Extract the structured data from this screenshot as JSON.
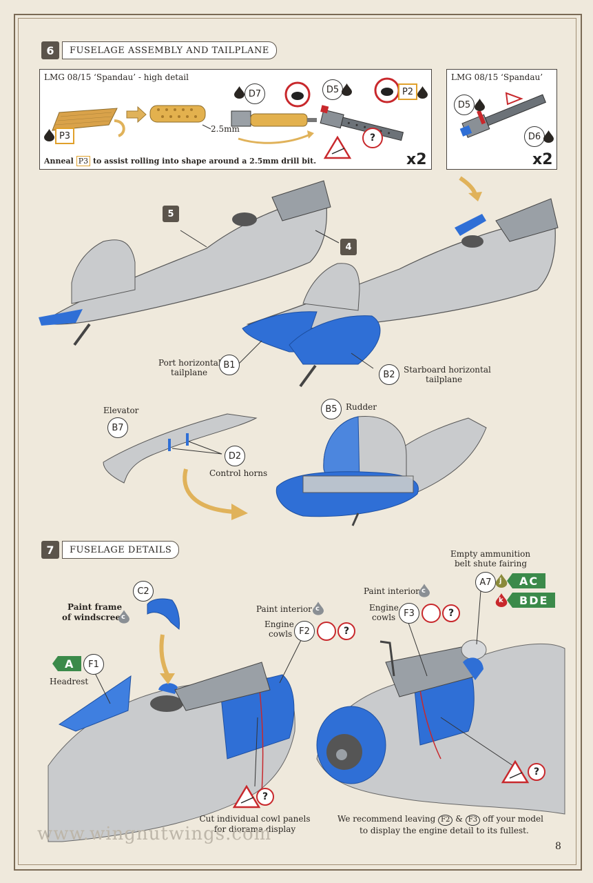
{
  "step6": {
    "number": "6",
    "title": "FUSELAGE ASSEMBLY AND TAILPLANE",
    "detail_box": {
      "title": "LMG 08/15 ‘Spandau’ - high detail",
      "parts": [
        "P3",
        "D7",
        "D5",
        "P2"
      ],
      "measure": "2.5mm",
      "anneal_pre": "Anneal",
      "anneal_part": "P3",
      "anneal_post": "to assist rolling into shape around a 2.5mm drill bit.",
      "quantity": "x2"
    },
    "simple_box": {
      "title": "LMG 08/15 ‘Spandau’",
      "parts": [
        "D5",
        "D6"
      ],
      "quantity": "x2"
    },
    "badges": [
      "5",
      "4"
    ],
    "port": {
      "part": "B1",
      "label_1": "Port horizontal",
      "label_2": "tailplane"
    },
    "starboard": {
      "part": "B2",
      "label_1": "Starboard horizontal",
      "label_2": "tailplane"
    },
    "elevator": {
      "label": "Elevator",
      "part": "B7"
    },
    "control_horns": {
      "part": "D2",
      "label": "Control horns"
    },
    "rudder": {
      "part": "B5",
      "label": "Rudder"
    }
  },
  "step7": {
    "number": "7",
    "title": "FUSELAGE DETAILS",
    "windscreen": {
      "label_1": "Paint frame",
      "label_2": "of windscreen",
      "paint": "c",
      "part": "C2"
    },
    "headrest": {
      "tag": "A",
      "part": "F1",
      "label": "Headrest"
    },
    "left_interior": {
      "label": "Paint interior",
      "paint": "c"
    },
    "left_cowls": {
      "label_1": "Engine",
      "label_2": "cowls",
      "part": "F2"
    },
    "right_interior": {
      "label": "Paint interior",
      "paint": "c"
    },
    "right_cowls": {
      "label_1": "Engine",
      "label_2": "cowls",
      "part": "F3"
    },
    "fairing": {
      "label_1": "Empty ammunition",
      "label_2": "belt shute fairing",
      "part": "A7",
      "variant_1_paint": "j",
      "variant_1": "AC",
      "variant_2_paint": "k",
      "variant_2": "BDE"
    },
    "cut_note_1": "Cut individual cowl panels",
    "cut_note_2": "for diorama display",
    "recommend_pre": "We recommend leaving",
    "recommend_f2": "F2",
    "recommend_amp": "&",
    "recommend_f3": "F3",
    "recommend_post": "off your model",
    "recommend_line2": "to display the engine detail to its fullest."
  },
  "watermark": "www.wingnutwings.com",
  "page_number": "8",
  "colors": {
    "frame": "#7a6a55",
    "step_badge": "#5b544b",
    "silver": "#c9cbcd",
    "blue": "#2f6fd6",
    "red": "#c8282c",
    "green": "#3b8a4a",
    "gold": "#e0b25a"
  }
}
